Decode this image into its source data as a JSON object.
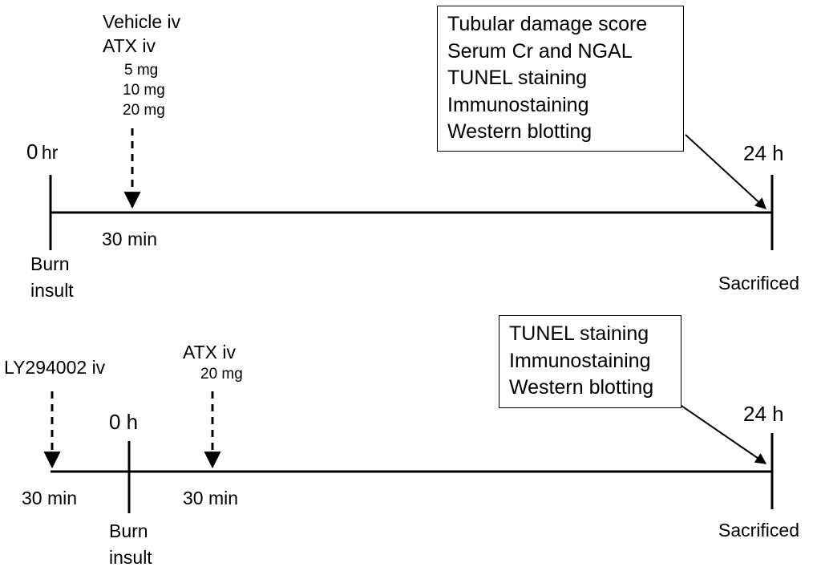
{
  "colors": {
    "line": "#000000",
    "background": "#ffffff"
  },
  "protocol1": {
    "start_hour": "0",
    "start_unit": "hr",
    "treatment_lines": [
      "Vehicle iv",
      "ATX iv"
    ],
    "doses": [
      "5 mg",
      "10 mg",
      "20 mg"
    ],
    "treatment_time": "30 min",
    "start_event": [
      "Burn",
      "insult"
    ],
    "end_time": "24 h",
    "end_event": "Sacrificed",
    "analyses": [
      "Tubular damage score",
      "Serum Cr and NGAL",
      "TUNEL staining",
      "Immunostaining",
      "Western blotting"
    ]
  },
  "protocol2": {
    "pretreatment": "LY294002 iv",
    "pretreatment_time": "30 min",
    "start_time": "0 h",
    "treatment": "ATX iv",
    "dose": "20 mg",
    "treatment_time": "30 min",
    "start_event": [
      "Burn",
      "insult"
    ],
    "end_time": "24 h",
    "end_event": "Sacrificed",
    "analyses": [
      "TUNEL staining",
      "Immunostaining",
      "Western blotting"
    ]
  }
}
